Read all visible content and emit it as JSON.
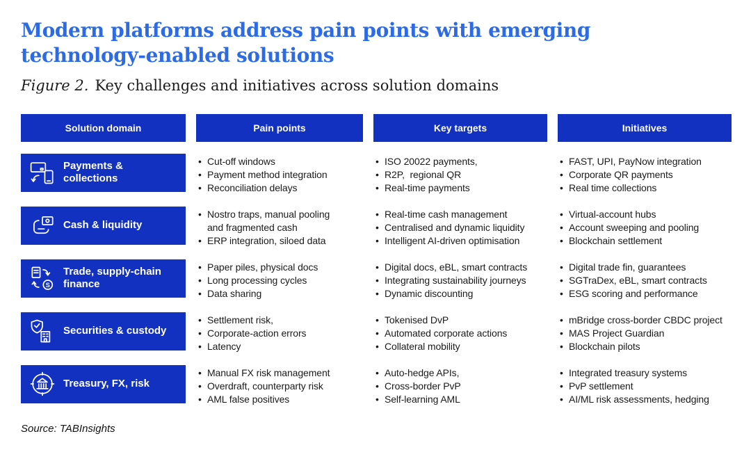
{
  "figure": {
    "title_line1": "Modern platforms address pain points with emerging",
    "title_line2": "technology-enabled solutions",
    "caption_label": "Figure 2.",
    "caption_text": "Key challenges and initiatives across solution domains",
    "source": "Source: TABInsights"
  },
  "colors": {
    "box_blue": "#1231c0",
    "title_blue": "#2d6be4",
    "text_dark": "#1a1a1a"
  },
  "table": {
    "headers": [
      "Solution domain",
      "Pain points",
      "Key targets",
      "Initiatives"
    ],
    "rows": [
      {
        "domain": "Payments &\ncollections",
        "icon": "card-phone-transfer-icon",
        "pain_points": [
          "Cut-off windows",
          "Payment method integration",
          "Reconciliation delays"
        ],
        "key_targets": [
          "ISO 20022 payments,",
          "R2P,  regional QR",
          "Real-time payments"
        ],
        "initiatives": [
          "FAST, UPI, PayNow integration",
          "Corporate QR payments",
          "Real time collections"
        ]
      },
      {
        "domain": "Cash & liquidity",
        "icon": "cash-in-hand-icon",
        "pain_points": [
          "Nostro traps, manual pooling\nand fragmented cash",
          "ERP integration, siloed data"
        ],
        "key_targets": [
          "Real-time cash management",
          "Centralised and dynamic liquidity",
          "Intelligent AI-driven optimisation"
        ],
        "initiatives": [
          "Virtual-account hubs",
          "Account sweeping and pooling",
          "Blockchain settlement"
        ]
      },
      {
        "domain": "Trade, supply-chain\nfinance",
        "icon": "trade-docs-exchange-icon",
        "pain_points": [
          "Paper piles, physical docs",
          "Long processing cycles",
          "Data sharing"
        ],
        "key_targets": [
          "Digital docs, eBL, smart contracts",
          "Integrating sustainability journeys",
          "Dynamic discounting"
        ],
        "initiatives": [
          "Digital trade fin, guarantees",
          "SGTraDex, eBL, smart contracts",
          "ESG scoring and performance"
        ]
      },
      {
        "domain": "Securities & custody",
        "icon": "shield-check-building-icon",
        "pain_points": [
          "Settlement risk,",
          "Corporate-action errors",
          "Latency"
        ],
        "key_targets": [
          "Tokenised DvP",
          "Automated corporate actions",
          "Collateral mobility"
        ],
        "initiatives": [
          "mBridge cross-border CBDC project",
          "MAS Project Guardian",
          "Blockchain pilots"
        ]
      },
      {
        "domain": "Treasury, FX, risk",
        "icon": "bank-target-icon",
        "pain_points": [
          "Manual FX risk management",
          "Overdraft, counterparty risk",
          "AML false positives"
        ],
        "key_targets": [
          "Auto-hedge APIs,",
          "Cross-border PvP",
          "Self-learning AML"
        ],
        "initiatives": [
          "Integrated treasury systems",
          "PvP settlement",
          "AI/ML risk assessments, hedging"
        ]
      }
    ]
  }
}
